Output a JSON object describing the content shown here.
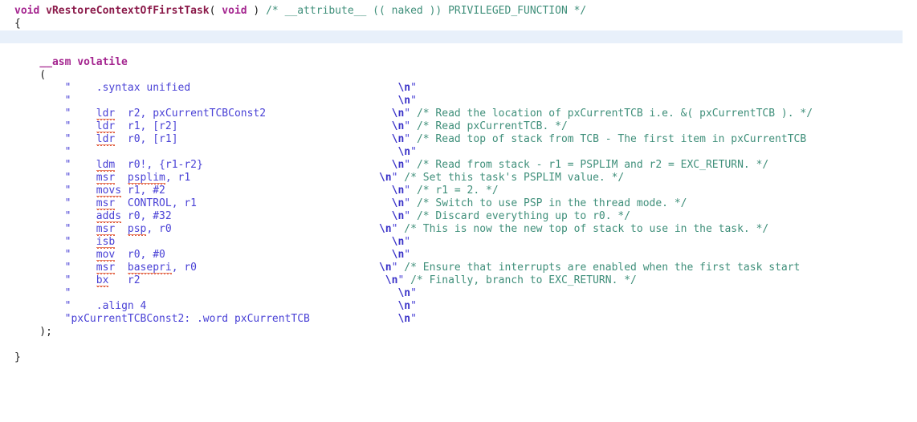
{
  "editor": {
    "language": "c",
    "colors": {
      "background": "#ffffff",
      "keyword": "#a4258f",
      "function_name": "#8b1a4a",
      "comment": "#3f8f7a",
      "string": "#4a42d6",
      "escape": "#3a32c8",
      "plain_text": "#1a1a1a",
      "highlight_line": "#e8f0fa",
      "spellcheck_squiggle": "#e05a3a"
    }
  },
  "code": {
    "lines": [
      {
        "id": "line-signature",
        "highlighted": false,
        "tokens": [
          {
            "kind": "keyword",
            "text": "void"
          },
          {
            "kind": "plain",
            "text": " "
          },
          {
            "kind": "function",
            "text": "vRestoreContextOfFirstTask"
          },
          {
            "kind": "plain",
            "text": "( "
          },
          {
            "kind": "keyword",
            "text": "void"
          },
          {
            "kind": "plain",
            "text": " ) "
          },
          {
            "kind": "comment",
            "text": "/* __attribute__ (( naked )) PRIVILEGED_FUNCTION */"
          }
        ]
      },
      {
        "id": "line-open-brace",
        "highlighted": false,
        "tokens": [
          {
            "kind": "plain",
            "text": "{"
          }
        ]
      },
      {
        "id": "line-blank-highlighted",
        "highlighted": true,
        "tokens": []
      },
      {
        "id": "line-blank-1",
        "highlighted": false,
        "tokens": []
      },
      {
        "id": "line-asm-volatile",
        "highlighted": false,
        "tokens": [
          {
            "kind": "plain",
            "text": "    "
          },
          {
            "kind": "keyword",
            "text": "__asm volatile"
          }
        ]
      },
      {
        "id": "line-asm-open-paren",
        "highlighted": false,
        "tokens": [
          {
            "kind": "plain",
            "text": "    ("
          }
        ]
      },
      {
        "id": "line-syntax-unified",
        "highlighted": false,
        "tokens": [
          {
            "kind": "plain",
            "text": "        "
          },
          {
            "kind": "string",
            "text": "\"    .syntax unified                                 "
          },
          {
            "kind": "escape",
            "text": "\\n"
          },
          {
            "kind": "string",
            "text": "\""
          }
        ]
      },
      {
        "id": "line-asm-blank-1",
        "highlighted": false,
        "tokens": [
          {
            "kind": "plain",
            "text": "        "
          },
          {
            "kind": "string",
            "text": "\"                                                    "
          },
          {
            "kind": "escape",
            "text": "\\n"
          },
          {
            "kind": "string",
            "text": "\""
          }
        ]
      },
      {
        "id": "line-ldr-r2",
        "highlighted": false,
        "tokens": [
          {
            "kind": "plain",
            "text": "        "
          },
          {
            "kind": "string",
            "text": "\"    "
          },
          {
            "kind": "string-misspelled",
            "text": "ldr"
          },
          {
            "kind": "string",
            "text": "  r2, pxCurrentTCBConst2                    "
          },
          {
            "kind": "escape",
            "text": "\\n"
          },
          {
            "kind": "string",
            "text": "\" "
          },
          {
            "kind": "comment",
            "text": "/* Read the location of pxCurrentTCB i.e. &( pxCurrentTCB ). */"
          }
        ]
      },
      {
        "id": "line-ldr-r1",
        "highlighted": false,
        "tokens": [
          {
            "kind": "plain",
            "text": "        "
          },
          {
            "kind": "string",
            "text": "\"    "
          },
          {
            "kind": "string-misspelled",
            "text": "ldr"
          },
          {
            "kind": "string",
            "text": "  r1, [r2]                                  "
          },
          {
            "kind": "escape",
            "text": "\\n"
          },
          {
            "kind": "string",
            "text": "\" "
          },
          {
            "kind": "comment",
            "text": "/* Read pxCurrentTCB. */"
          }
        ]
      },
      {
        "id": "line-ldr-r0",
        "highlighted": false,
        "tokens": [
          {
            "kind": "plain",
            "text": "        "
          },
          {
            "kind": "string",
            "text": "\"    "
          },
          {
            "kind": "string-misspelled",
            "text": "ldr"
          },
          {
            "kind": "string",
            "text": "  r0, [r1]                                  "
          },
          {
            "kind": "escape",
            "text": "\\n"
          },
          {
            "kind": "string",
            "text": "\" "
          },
          {
            "kind": "comment",
            "text": "/* Read top of stack from TCB - The first item in pxCurrentTCB"
          }
        ]
      },
      {
        "id": "line-asm-blank-2",
        "highlighted": false,
        "tokens": [
          {
            "kind": "plain",
            "text": "        "
          },
          {
            "kind": "string",
            "text": "\"                                                    "
          },
          {
            "kind": "escape",
            "text": "\\n"
          },
          {
            "kind": "string",
            "text": "\""
          }
        ]
      },
      {
        "id": "line-ldm",
        "highlighted": false,
        "tokens": [
          {
            "kind": "plain",
            "text": "        "
          },
          {
            "kind": "string",
            "text": "\"    "
          },
          {
            "kind": "string-misspelled",
            "text": "ldm"
          },
          {
            "kind": "string",
            "text": "  r0!, {r1-r2}                              "
          },
          {
            "kind": "escape",
            "text": "\\n"
          },
          {
            "kind": "string",
            "text": "\" "
          },
          {
            "kind": "comment",
            "text": "/* Read from stack - r1 = PSPLIM and r2 = EXC_RETURN. */"
          }
        ]
      },
      {
        "id": "line-msr-psplim",
        "highlighted": false,
        "tokens": [
          {
            "kind": "plain",
            "text": "        "
          },
          {
            "kind": "string",
            "text": "\"    "
          },
          {
            "kind": "string-misspelled",
            "text": "msr"
          },
          {
            "kind": "string",
            "text": "  "
          },
          {
            "kind": "string-misspelled",
            "text": "psplim"
          },
          {
            "kind": "string",
            "text": ", r1                              "
          },
          {
            "kind": "escape",
            "text": "\\n"
          },
          {
            "kind": "string",
            "text": "\" "
          },
          {
            "kind": "comment",
            "text": "/* Set this task's PSPLIM value. */"
          }
        ]
      },
      {
        "id": "line-movs",
        "highlighted": false,
        "tokens": [
          {
            "kind": "plain",
            "text": "        "
          },
          {
            "kind": "string",
            "text": "\"    "
          },
          {
            "kind": "string-misspelled",
            "text": "movs"
          },
          {
            "kind": "string",
            "text": " r1, #2                                    "
          },
          {
            "kind": "escape",
            "text": "\\n"
          },
          {
            "kind": "string",
            "text": "\" "
          },
          {
            "kind": "comment",
            "text": "/* r1 = 2. */"
          }
        ]
      },
      {
        "id": "line-msr-control",
        "highlighted": false,
        "tokens": [
          {
            "kind": "plain",
            "text": "        "
          },
          {
            "kind": "string",
            "text": "\"    "
          },
          {
            "kind": "string-misspelled",
            "text": "msr"
          },
          {
            "kind": "string",
            "text": "  CONTROL, r1                               "
          },
          {
            "kind": "escape",
            "text": "\\n"
          },
          {
            "kind": "string",
            "text": "\" "
          },
          {
            "kind": "comment",
            "text": "/* Switch to use PSP in the thread mode. */"
          }
        ]
      },
      {
        "id": "line-adds",
        "highlighted": false,
        "tokens": [
          {
            "kind": "plain",
            "text": "        "
          },
          {
            "kind": "string",
            "text": "\"    "
          },
          {
            "kind": "string-misspelled",
            "text": "adds"
          },
          {
            "kind": "string",
            "text": " r0, #32                                   "
          },
          {
            "kind": "escape",
            "text": "\\n"
          },
          {
            "kind": "string",
            "text": "\" "
          },
          {
            "kind": "comment",
            "text": "/* Discard everything up to r0. */"
          }
        ]
      },
      {
        "id": "line-msr-psp",
        "highlighted": false,
        "tokens": [
          {
            "kind": "plain",
            "text": "        "
          },
          {
            "kind": "string",
            "text": "\"    "
          },
          {
            "kind": "string-misspelled",
            "text": "msr"
          },
          {
            "kind": "string",
            "text": "  "
          },
          {
            "kind": "string-misspelled",
            "text": "psp"
          },
          {
            "kind": "string",
            "text": ", r0                                 "
          },
          {
            "kind": "escape",
            "text": "\\n"
          },
          {
            "kind": "string",
            "text": "\" "
          },
          {
            "kind": "comment",
            "text": "/* This is now the new top of stack to use in the task. */"
          }
        ]
      },
      {
        "id": "line-isb",
        "highlighted": false,
        "tokens": [
          {
            "kind": "plain",
            "text": "        "
          },
          {
            "kind": "string",
            "text": "\"    "
          },
          {
            "kind": "string-misspelled",
            "text": "isb"
          },
          {
            "kind": "string",
            "text": "                                            "
          },
          {
            "kind": "escape",
            "text": "\\n"
          },
          {
            "kind": "string",
            "text": "\""
          }
        ]
      },
      {
        "id": "line-mov",
        "highlighted": false,
        "tokens": [
          {
            "kind": "plain",
            "text": "        "
          },
          {
            "kind": "string",
            "text": "\"    "
          },
          {
            "kind": "string-misspelled",
            "text": "mov"
          },
          {
            "kind": "string",
            "text": "  r0, #0                                    "
          },
          {
            "kind": "escape",
            "text": "\\n"
          },
          {
            "kind": "string",
            "text": "\""
          }
        ]
      },
      {
        "id": "line-msr-basepri",
        "highlighted": false,
        "tokens": [
          {
            "kind": "plain",
            "text": "        "
          },
          {
            "kind": "string",
            "text": "\"    "
          },
          {
            "kind": "string-misspelled",
            "text": "msr"
          },
          {
            "kind": "string",
            "text": "  "
          },
          {
            "kind": "string-misspelled",
            "text": "basepri"
          },
          {
            "kind": "string",
            "text": ", r0                             "
          },
          {
            "kind": "escape",
            "text": "\\n"
          },
          {
            "kind": "string",
            "text": "\" "
          },
          {
            "kind": "comment",
            "text": "/* Ensure that interrupts are enabled when the first task start"
          }
        ]
      },
      {
        "id": "line-bx",
        "highlighted": false,
        "tokens": [
          {
            "kind": "plain",
            "text": "        "
          },
          {
            "kind": "string",
            "text": "\"    "
          },
          {
            "kind": "string-misspelled",
            "text": "bx"
          },
          {
            "kind": "string",
            "text": "   r2                                       "
          },
          {
            "kind": "escape",
            "text": "\\n"
          },
          {
            "kind": "string",
            "text": "\" "
          },
          {
            "kind": "comment",
            "text": "/* Finally, branch to EXC_RETURN. */"
          }
        ]
      },
      {
        "id": "line-asm-blank-3",
        "highlighted": false,
        "tokens": [
          {
            "kind": "plain",
            "text": "        "
          },
          {
            "kind": "string",
            "text": "\"                                                    "
          },
          {
            "kind": "escape",
            "text": "\\n"
          },
          {
            "kind": "string",
            "text": "\""
          }
        ]
      },
      {
        "id": "line-align",
        "highlighted": false,
        "tokens": [
          {
            "kind": "plain",
            "text": "        "
          },
          {
            "kind": "string",
            "text": "\"    .align 4                                        "
          },
          {
            "kind": "escape",
            "text": "\\n"
          },
          {
            "kind": "string",
            "text": "\""
          }
        ]
      },
      {
        "id": "line-const-label",
        "highlighted": false,
        "tokens": [
          {
            "kind": "plain",
            "text": "        "
          },
          {
            "kind": "string",
            "text": "\"pxCurrentTCBConst2: .word pxCurrentTCB              "
          },
          {
            "kind": "escape",
            "text": "\\n"
          },
          {
            "kind": "string",
            "text": "\""
          }
        ]
      },
      {
        "id": "line-asm-close",
        "highlighted": false,
        "tokens": [
          {
            "kind": "plain",
            "text": "    );"
          }
        ]
      },
      {
        "id": "line-blank-2",
        "highlighted": false,
        "tokens": []
      },
      {
        "id": "line-close-brace",
        "highlighted": false,
        "tokens": [
          {
            "kind": "plain",
            "text": "}"
          }
        ]
      }
    ]
  }
}
